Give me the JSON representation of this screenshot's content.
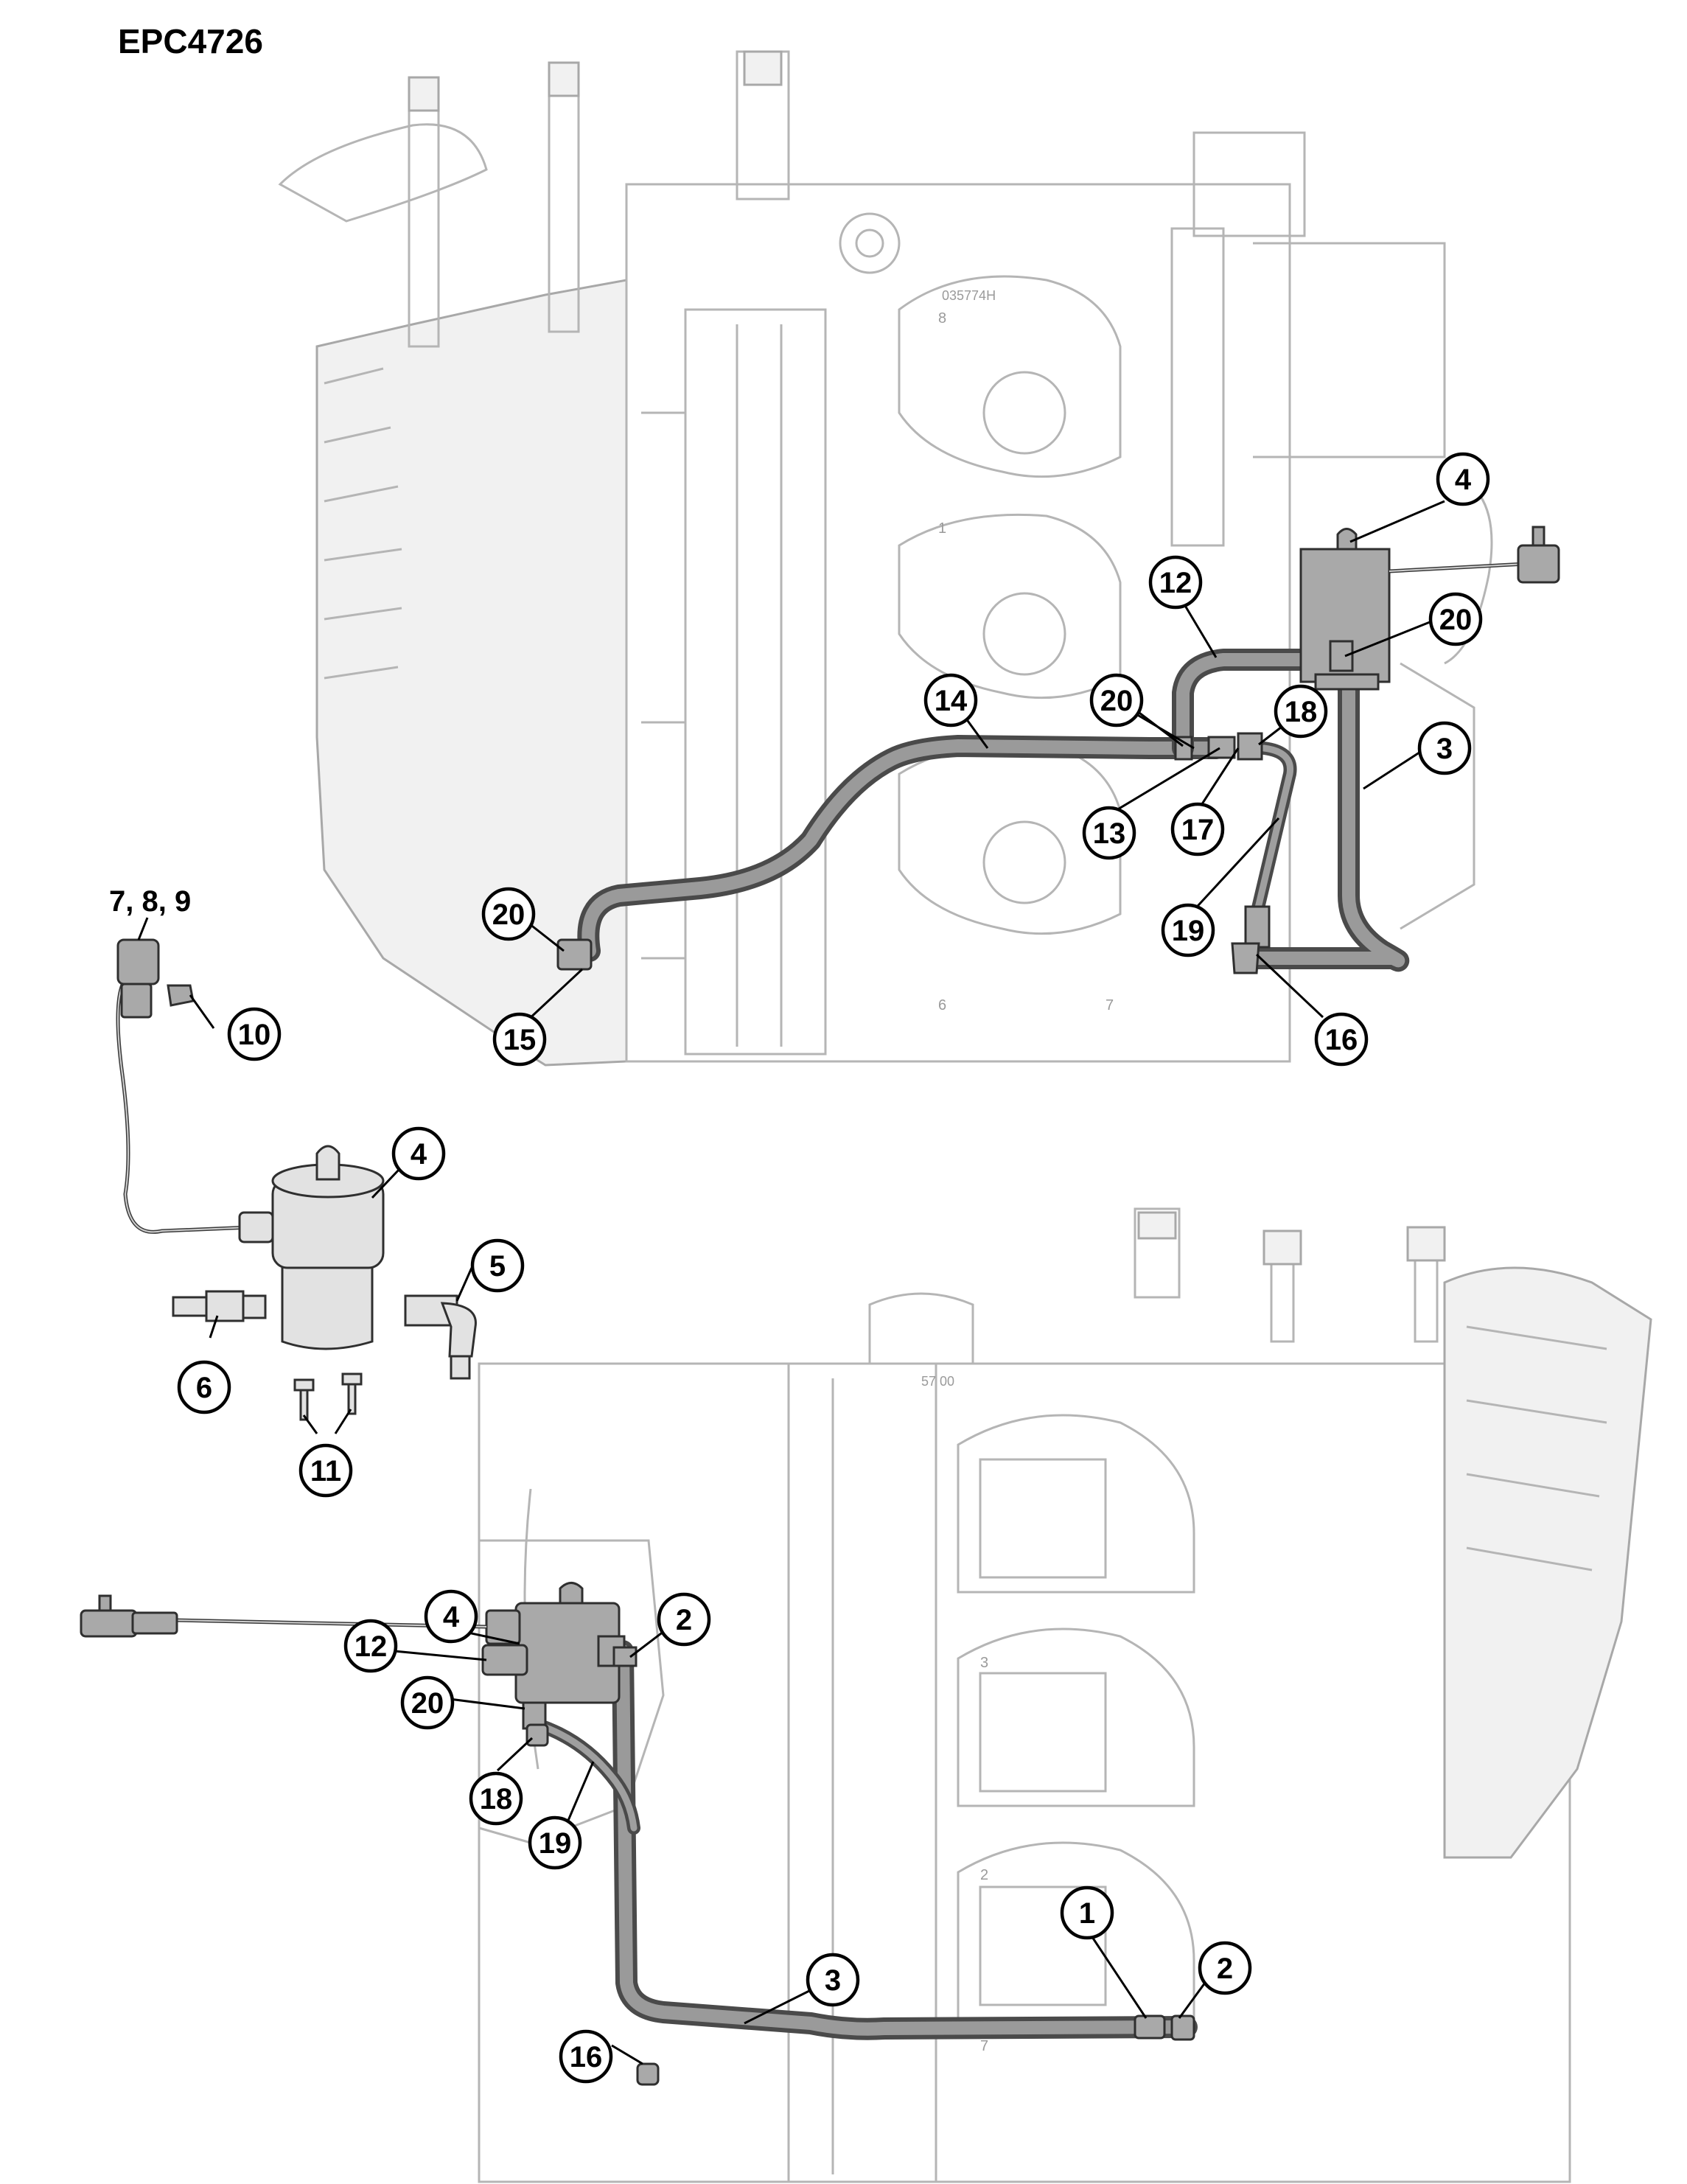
{
  "figure_code": "EPC4726",
  "callouts": {
    "top_4": "4",
    "top_20a": "20",
    "top_12": "12",
    "top_3": "3",
    "top_14": "14",
    "top_20b": "20",
    "top_18": "18",
    "top_13": "13",
    "top_17": "17",
    "top_19": "19",
    "top_20c": "20",
    "top_15": "15",
    "top_16": "16",
    "parts_group_7_8_9": "7, 8, 9",
    "parts_10": "10",
    "parts_4": "4",
    "parts_5": "5",
    "parts_6": "6",
    "parts_11": "11",
    "bottom_4": "4",
    "bottom_12": "12",
    "bottom_2a": "2",
    "bottom_20": "20",
    "bottom_18": "18",
    "bottom_19": "19",
    "bottom_3": "3",
    "bottom_16": "16",
    "bottom_1": "1",
    "bottom_2b": "2"
  },
  "engine_marks": {
    "part_number": "035774H",
    "cyl_8": "8",
    "cyl_1": "1",
    "cyl_6": "6",
    "cyl_7": "7",
    "lower_cyl_3": "3",
    "lower_cyl_2": "2",
    "lower_cyl_7": "7",
    "lower_part_number": "57 00"
  }
}
